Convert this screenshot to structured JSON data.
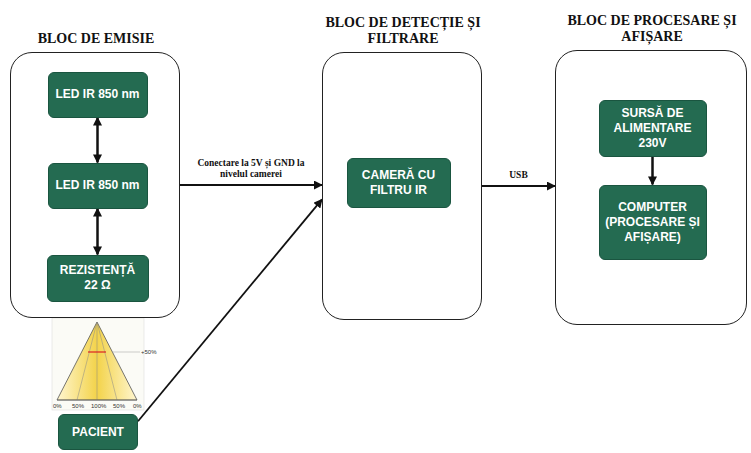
{
  "diagram": {
    "nodes": [
      {
        "text": [
          "BLOC DE EMISIE"
        ]
      },
      {
        "text": [
          "LED IR 850 nm"
        ],
        "in": 0
      },
      {
        "text": [
          "LED IR 850 nm"
        ],
        "in": 0
      },
      {
        "text": [
          "REZISTENȚĂ 22 Ω"
        ],
        "in": 0
      },
      {
        "text": [
          "PACIENT"
        ]
      },
      {
        "text": [
          "BLOC DE DETECȚIE ȘI FILTRARE"
        ]
      },
      {
        "text": [
          "CAMERĂ CU FILTRU IR"
        ],
        "in": 5
      },
      {
        "text": [
          "BLOC DE PROCESARE ȘI AFIȘARE"
        ]
      },
      {
        "text": [
          "SURSĂ DE ALIMENTARE 230V"
        ],
        "in": 7
      },
      {
        "text": [
          "COMPUTER (PROCESARE ȘI AFIȘARE)"
        ],
        "in": 7
      }
    ],
    "edges": [
      {
        "from": 1,
        "to": 2,
        "arrow": "both"
      },
      {
        "from": 2,
        "to": 3,
        "arrow": "both"
      },
      {
        "from": 0,
        "to": 5,
        "label": "Conectare la 5V și GND la nivelul camerei",
        "arrow": "to"
      },
      {
        "from": 4,
        "to": 5,
        "arrow": "to"
      },
      {
        "from": 5,
        "to": 7,
        "label": "USB",
        "arrow": "to"
      },
      {
        "from": 8,
        "to": 9,
        "arrow": "to"
      }
    ],
    "labels": [
      "+50%",
      "0%",
      "50%",
      "100%",
      "50%",
      "0%"
    ]
  }
}
